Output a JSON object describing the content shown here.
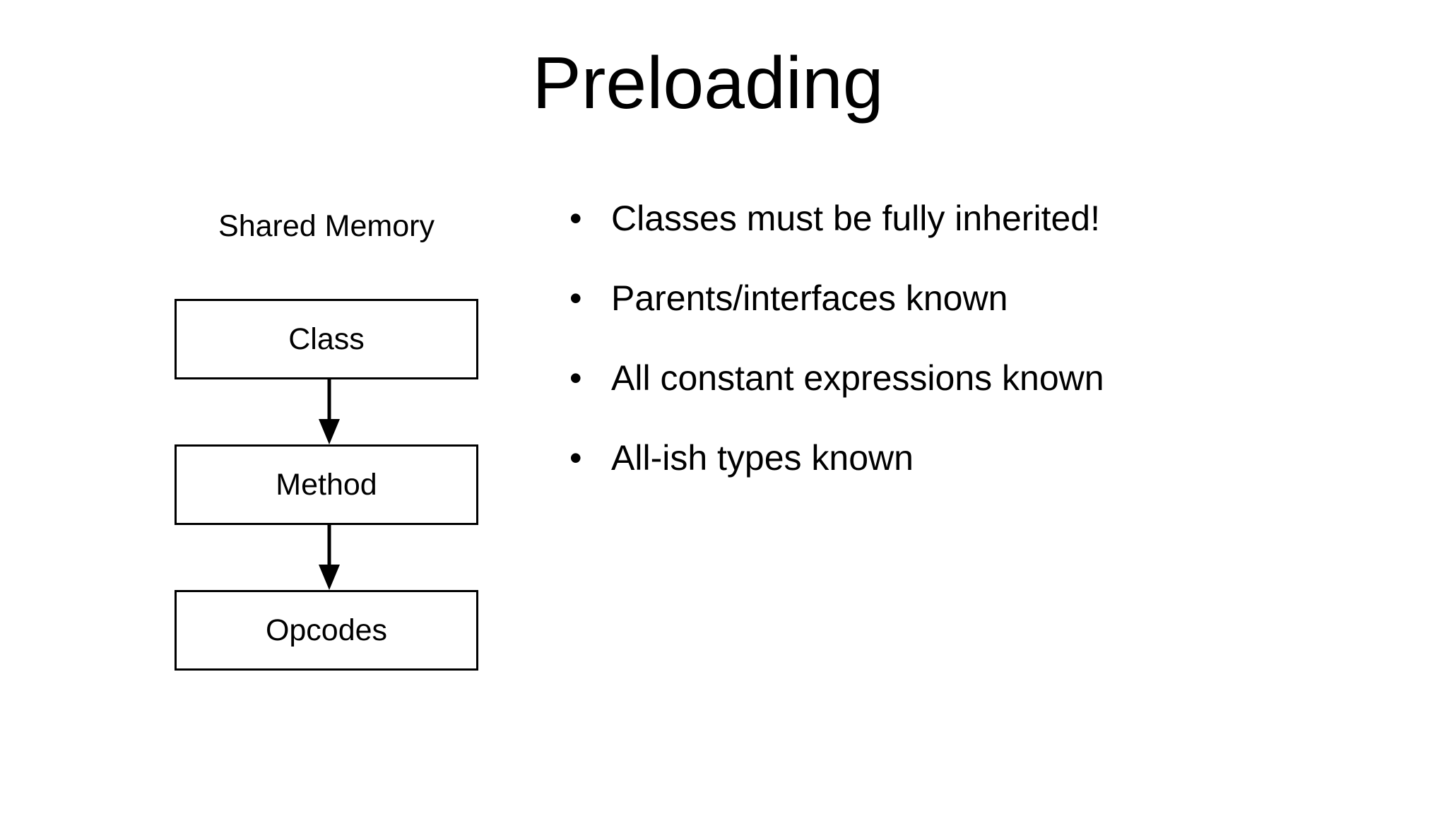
{
  "slide": {
    "background_color": "#ffffff",
    "text_color": "#000000",
    "title": "Preloading"
  },
  "diagram": {
    "caption": "Shared Memory",
    "boxes": [
      {
        "label": "Class"
      },
      {
        "label": "Method"
      },
      {
        "label": "Opcodes"
      }
    ],
    "connectors": [
      {
        "from": "Class",
        "to": "Method",
        "style": "arrow-down"
      },
      {
        "from": "Method",
        "to": "Opcodes",
        "style": "arrow-down"
      }
    ],
    "border_color": "#000000",
    "fill_color": "#ffffff"
  },
  "bullets": {
    "marker": "•",
    "items": [
      {
        "text": "Classes must be fully inherited!"
      },
      {
        "text": "Parents/interfaces known"
      },
      {
        "text": "All constant expressions known"
      },
      {
        "text": "All-ish types known"
      }
    ]
  }
}
